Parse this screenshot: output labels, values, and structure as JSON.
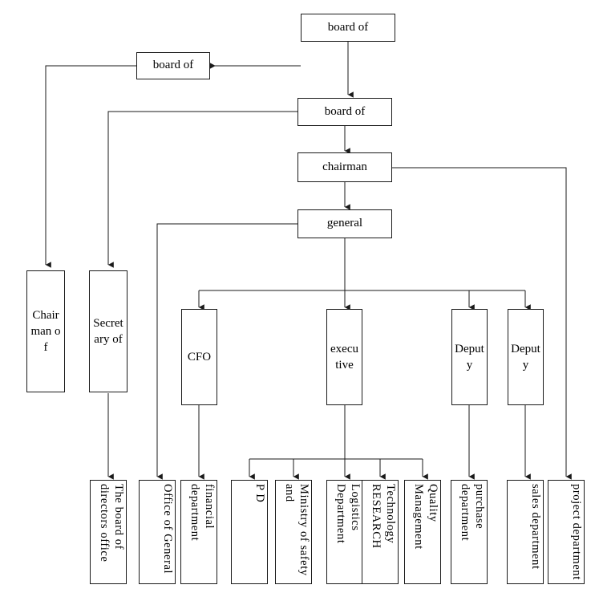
{
  "diagram": {
    "title": "Company Organization Chart",
    "type": "org-chart",
    "line_color": "#1a1a1a",
    "box_border_color": "#1a1a1a",
    "background": "#ffffff"
  },
  "nodes": {
    "board_of_top": {
      "label": "board of",
      "orientation": "horizontal"
    },
    "board_of_left": {
      "label": "board of",
      "orientation": "horizontal"
    },
    "board_of_mid": {
      "label": "board of",
      "orientation": "horizontal"
    },
    "chairman": {
      "label": "chairman",
      "orientation": "horizontal"
    },
    "general": {
      "label": "general",
      "orientation": "horizontal"
    },
    "chairman_of": {
      "label": "Chairman of",
      "orientation": "narrow"
    },
    "secretary_of": {
      "label": "Secretary of",
      "orientation": "narrow"
    },
    "cfo": {
      "label": "CFO",
      "orientation": "narrow"
    },
    "executive": {
      "label": "executive",
      "orientation": "narrow"
    },
    "deputy_1": {
      "label": "Deputy",
      "orientation": "narrow"
    },
    "deputy_2": {
      "label": "Deputy",
      "orientation": "narrow"
    },
    "board_directors_office": {
      "label": "The board of directors office",
      "orientation": "rotated"
    },
    "office_of_general": {
      "label": "Office of General",
      "orientation": "rotated"
    },
    "financial_department": {
      "label": "financial department",
      "orientation": "rotated"
    },
    "pd": {
      "label": "P D",
      "orientation": "rotated"
    },
    "ministry_of_safety": {
      "label": "Ministry of safety and",
      "orientation": "rotated"
    },
    "logistics_department": {
      "label": "Logistics Department",
      "orientation": "rotated"
    },
    "technology_research": {
      "label": "Technology RESEARCH",
      "orientation": "rotated"
    },
    "quality_management": {
      "label": "Quality Management",
      "orientation": "rotated"
    },
    "purchase_department": {
      "label": "purchase department",
      "orientation": "rotated"
    },
    "sales_department": {
      "label": "sales department",
      "orientation": "rotated"
    },
    "project_department": {
      "label": "project department",
      "orientation": "rotated"
    }
  }
}
